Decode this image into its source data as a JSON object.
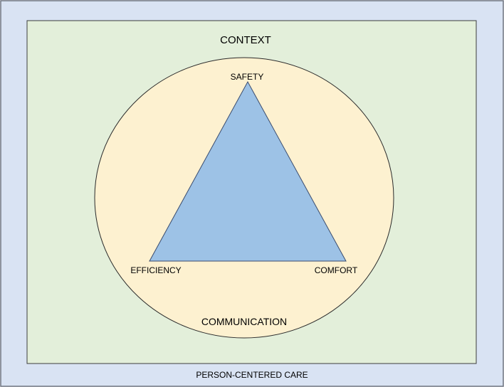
{
  "outer_frame": {
    "label": "PERSON-CENTERED CARE",
    "fill": "#D9E3F3",
    "stroke": "#6E7480"
  },
  "context_box": {
    "label": "CONTEXT",
    "fill": "#E3EFDA",
    "stroke": "#3C3C3C"
  },
  "communication_circle": {
    "label": "COMMUNICATION",
    "fill": "#FDF1D0",
    "stroke": "#2A2A2A"
  },
  "triangle": {
    "fill": "#9DC2E6",
    "stroke": "#3A4C6E",
    "vertices": {
      "top": "SAFETY",
      "bottom_left": "EFFICIENCY",
      "bottom_right": "COMFORT"
    }
  }
}
